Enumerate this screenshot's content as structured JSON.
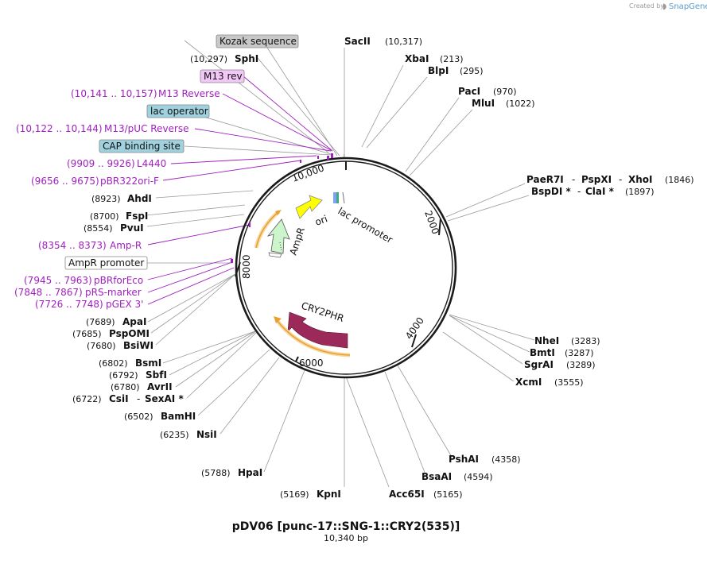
{
  "credit": {
    "text": "Created by",
    "brand": "SnapGene"
  },
  "plasmid": {
    "name": "pDV06 [punc-17::SNG-1::CRY2(535)]",
    "length": "10,340 bp"
  },
  "features_on_map": {
    "ori": "ori",
    "lac_promoter": "lac promoter",
    "ampr": "AmpR",
    "cry2phr": "CRY2PHR"
  },
  "ticks": {
    "t2000": "2000",
    "t4000": "4000",
    "t6000": "6000",
    "t8000": "8000",
    "t10000": "10,000"
  },
  "labels": {
    "kozak": "Kozak sequence",
    "sacii": "SacII",
    "sacii_pos": "(10,317)",
    "sphi": "SphI",
    "sphi_pos": "(10,297)",
    "xbai": "XbaI",
    "xbai_pos": "(213)",
    "blpi": "BlpI",
    "blpi_pos": "(295)",
    "m13rev_box": "M13 rev",
    "m13reverse": "M13 Reverse",
    "m13reverse_pos": "(10,141 .. 10,157)",
    "paci": "PacI",
    "paci_pos": "(970)",
    "mlui": "MluI",
    "mlui_pos": "(1022)",
    "lac_operator": "lac operator",
    "m13puc": "M13/pUC Reverse",
    "m13puc_pos": "(10,122 .. 10,144)",
    "cap_site": "CAP binding site",
    "l4440": "L4440",
    "l4440_pos": "(9909 .. 9926)",
    "pbr322": "pBR322ori-F",
    "pbr322_pos": "(9656 .. 9675)",
    "paer7i": "PaeR7I",
    "pspxi": "PspXI",
    "xhoi": "XhoI",
    "xhoi_pos": "(1846)",
    "bspdi": "BspDI *",
    "clai": "ClaI *",
    "clai_pos": "(1897)",
    "ahdi": "AhdI",
    "ahdi_pos": "(8923)",
    "fspi": "FspI",
    "fspi_pos": "(8700)",
    "pvui": "PvuI",
    "pvui_pos": "(8554)",
    "ampr_primer": "Amp-R",
    "ampr_primer_pos": "(8354 .. 8373)",
    "ampr_promoter": "AmpR promoter",
    "pbrforeco": "pBRforEco",
    "pbrforeco_pos": "(7945 .. 7963)",
    "prsmarker": "pRS-marker",
    "prsmarker_pos": "(7848 .. 7867)",
    "pgex3": "pGEX 3'",
    "pgex3_pos": "(7726 .. 7748)",
    "apai": "ApaI",
    "apai_pos": "(7689)",
    "pspomi": "PspOMI",
    "pspomi_pos": "(7685)",
    "bsiwi": "BsiWI",
    "bsiwi_pos": "(7680)",
    "nhei": "NheI",
    "nhei_pos": "(3283)",
    "bmti": "BmtI",
    "bmti_pos": "(3287)",
    "sgrai": "SgrAI",
    "sgrai_pos": "(3289)",
    "xcmi": "XcmI",
    "xcmi_pos": "(3555)",
    "bsmi": "BsmI",
    "bsmi_pos": "(6802)",
    "sbfi": "SbfI",
    "sbfi_pos": "(6792)",
    "avrii": "AvrII",
    "avrii_pos": "(6780)",
    "csii": "CsiI",
    "sexai": "SexAI *",
    "sexai_pos": "(6722)",
    "bamhi": "BamHI",
    "bamhi_pos": "(6502)",
    "nsii": "NsiI",
    "nsii_pos": "(6235)",
    "hpai": "HpaI",
    "hpai_pos": "(5788)",
    "kpni": "KpnI",
    "kpni_pos": "(5169)",
    "acc65i": "Acc65I",
    "acc65i_pos": "(5165)",
    "bsaai": "BsaAI",
    "bsaai_pos": "(4594)",
    "pshai": "PshAI",
    "pshai_pos": "(4358)"
  },
  "colors": {
    "backbone": "#1a1a1a",
    "cry2phr": "#9b2a5a",
    "ampr": "#ccf5cc",
    "ori": "#ffff00",
    "orf_arrow": "#f0a830",
    "primer": "#a020c0",
    "kozak_box": "#c8c8c8",
    "m13rev_box": "#f2c6f7",
    "lac_operator_box": "#9fd1df",
    "cap_box": "#9fd1df"
  }
}
